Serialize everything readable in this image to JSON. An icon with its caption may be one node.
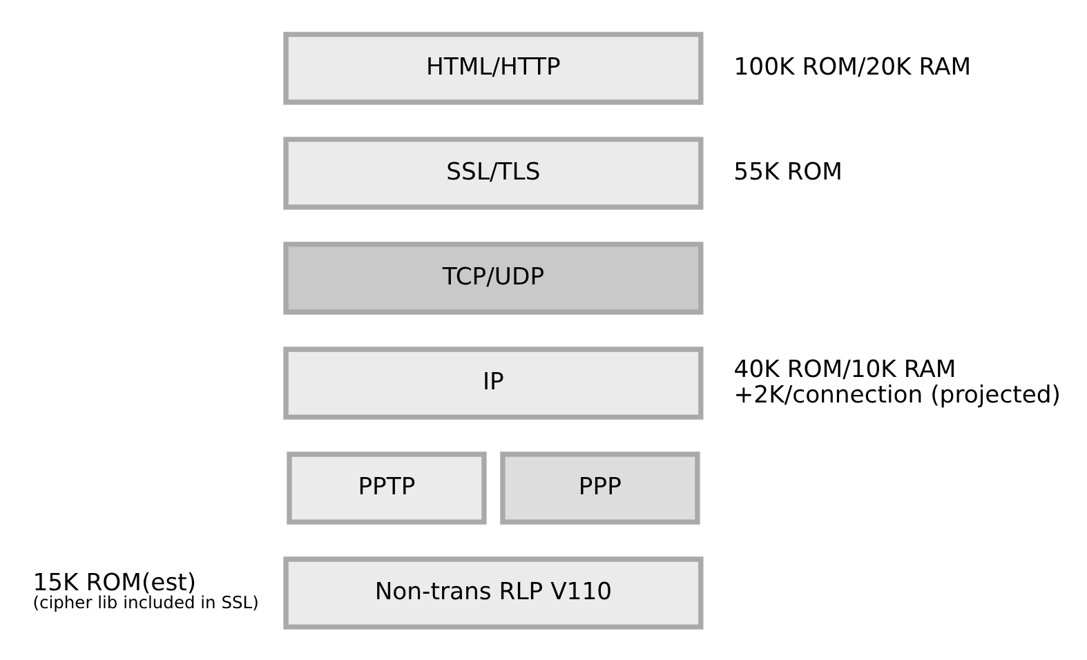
{
  "diagram": {
    "nodes": [
      {
        "text": [
          "HTML/HTTP"
        ],
        "beside": [
          "100K ROM/20K RAM"
        ]
      },
      {
        "text": [
          "SSL/TLS"
        ],
        "beside": [
          "55K ROM"
        ]
      },
      {
        "text": [
          "TCP/UDP"
        ]
      },
      {
        "text": [
          "IP"
        ],
        "beside": [
          "40K ROM/10K RAM +2K/connection (projected)"
        ]
      },
      {
        "text": [
          "PPTP"
        ]
      },
      {
        "text": [
          "PPP"
        ]
      },
      {
        "text": [
          "Non-trans RLP V110"
        ],
        "beside": [
          "15K ROM(est)",
          "(cipher lib included in SSL)"
        ]
      }
    ]
  }
}
